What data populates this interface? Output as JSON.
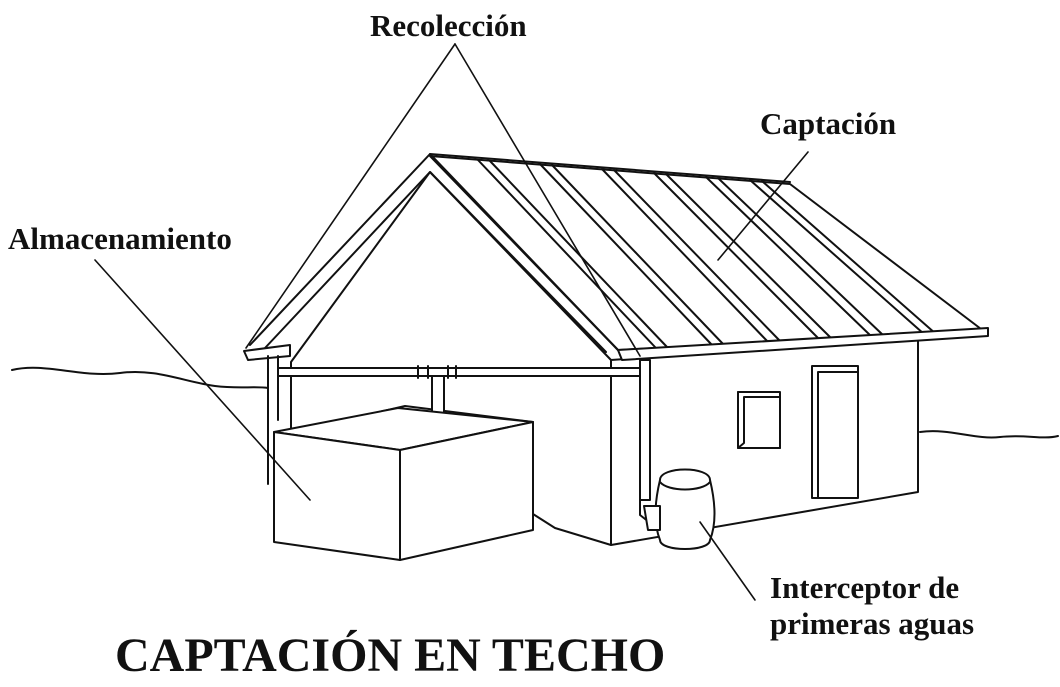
{
  "labels": {
    "recoleccion": "Recolección",
    "captacion": "Captación",
    "almacenamiento": "Almacenamiento",
    "interceptor_line1": "Interceptor de",
    "interceptor_line2": "primeras aguas"
  },
  "title": "CAPTACIÓN EN TECHO"
}
